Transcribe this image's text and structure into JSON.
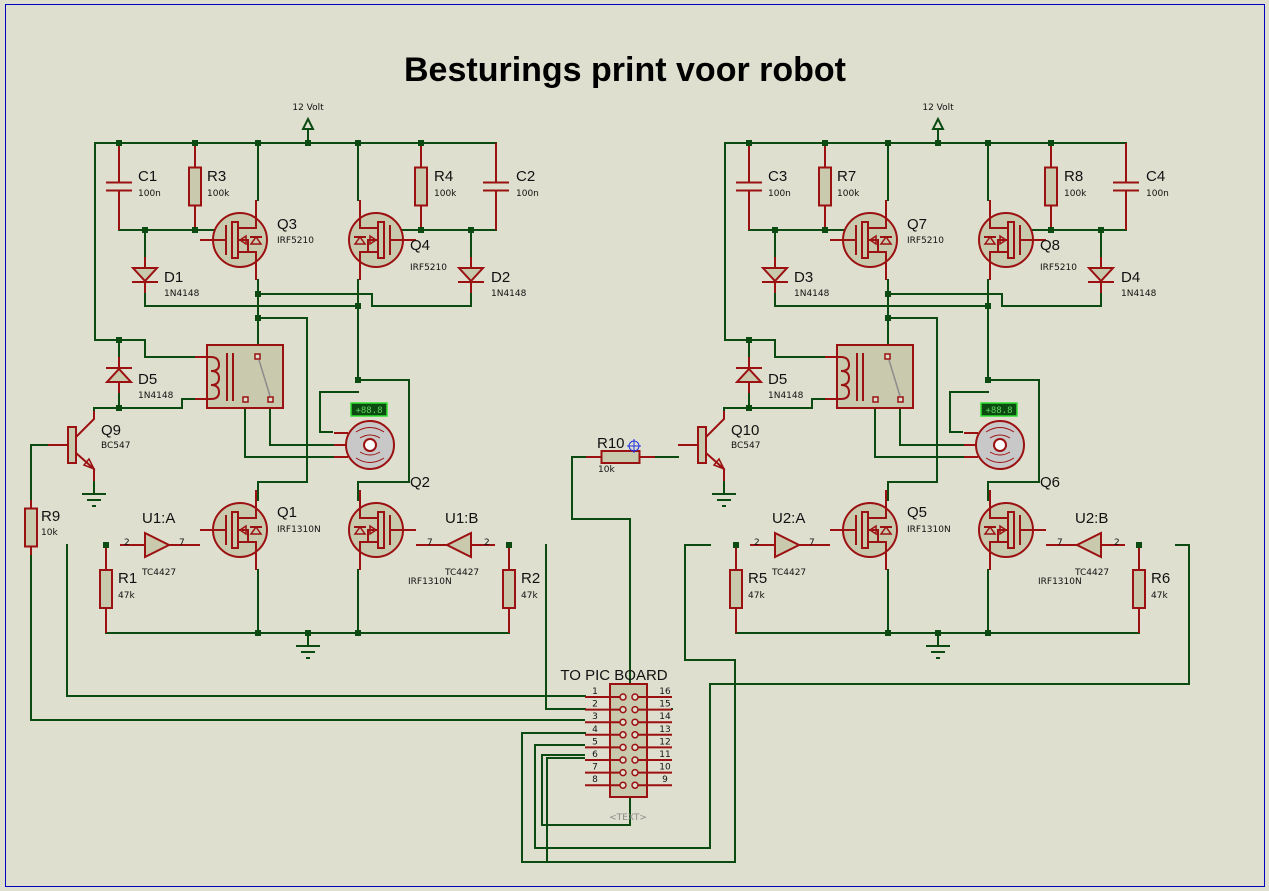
{
  "title": "Besturings print voor robot",
  "colors": {
    "background": "#dfdfd0",
    "border": "#0000c0",
    "wire": "#0b4a10",
    "component": "#9b1010",
    "component_fill": "#c9c9ae",
    "meter_text": "#5fd65f"
  },
  "power": {
    "left_label": "12 Volt",
    "right_label": "12 Volt"
  },
  "left": {
    "C1": {
      "ref": "C1",
      "val": "100n"
    },
    "C2": {
      "ref": "C2",
      "val": "100n"
    },
    "R3": {
      "ref": "R3",
      "val": "100k"
    },
    "R4": {
      "ref": "R4",
      "val": "100k"
    },
    "Q3": {
      "ref": "Q3",
      "val": "IRF5210"
    },
    "Q4": {
      "ref": "Q4",
      "val": "IRF5210"
    },
    "D1": {
      "ref": "D1",
      "val": "1N4148"
    },
    "D2": {
      "ref": "D2",
      "val": "1N4148"
    },
    "D5": {
      "ref": "D5",
      "val": "1N4148"
    },
    "Q9": {
      "ref": "Q9",
      "val": "BC547"
    },
    "R9": {
      "ref": "R9",
      "val": "10k"
    },
    "U1A": {
      "ref": "U1:A",
      "val": "TC4427",
      "pin_in": "2",
      "pin_out": "7"
    },
    "U1B": {
      "ref": "U1:B",
      "val": "TC4427",
      "pin_in": "2",
      "pin_out": "7"
    },
    "Q1": {
      "ref": "Q1",
      "val": "IRF1310N"
    },
    "Q2": {
      "ref": "Q2",
      "val": "IRF1310N"
    },
    "R1": {
      "ref": "R1",
      "val": "47k"
    },
    "R2": {
      "ref": "R2",
      "val": "47k"
    },
    "meter": "+88.8"
  },
  "right": {
    "C3": {
      "ref": "C3",
      "val": "100n"
    },
    "C4": {
      "ref": "C4",
      "val": "100n"
    },
    "R7": {
      "ref": "R7",
      "val": "100k"
    },
    "R8": {
      "ref": "R8",
      "val": "100k"
    },
    "Q7": {
      "ref": "Q7",
      "val": "IRF5210"
    },
    "Q8": {
      "ref": "Q8",
      "val": "IRF5210"
    },
    "D3": {
      "ref": "D3",
      "val": "1N4148"
    },
    "D4": {
      "ref": "D4",
      "val": "1N4148"
    },
    "D5": {
      "ref": "D5",
      "val": "1N4148"
    },
    "Q10": {
      "ref": "Q10",
      "val": "BC547"
    },
    "R10": {
      "ref": "R10",
      "val": "10k"
    },
    "U2A": {
      "ref": "U2:A",
      "val": "TC4427",
      "pin_in": "2",
      "pin_out": "7"
    },
    "U2B": {
      "ref": "U2:B",
      "val": "TC4427",
      "pin_in": "2",
      "pin_out": "7"
    },
    "Q5": {
      "ref": "Q5",
      "val": "IRF1310N"
    },
    "Q6": {
      "ref": "Q6",
      "val": "IRF1310N"
    },
    "R5": {
      "ref": "R5",
      "val": "47k"
    },
    "R6": {
      "ref": "R6",
      "val": "47k"
    },
    "meter": "+88.8"
  },
  "connector": {
    "label": "TO PIC BOARD",
    "placeholder": "<TEXT>",
    "left_pins": [
      "1",
      "2",
      "3",
      "4",
      "5",
      "6",
      "7",
      "8"
    ],
    "right_pins": [
      "16",
      "15",
      "14",
      "13",
      "12",
      "11",
      "10",
      "9"
    ]
  }
}
